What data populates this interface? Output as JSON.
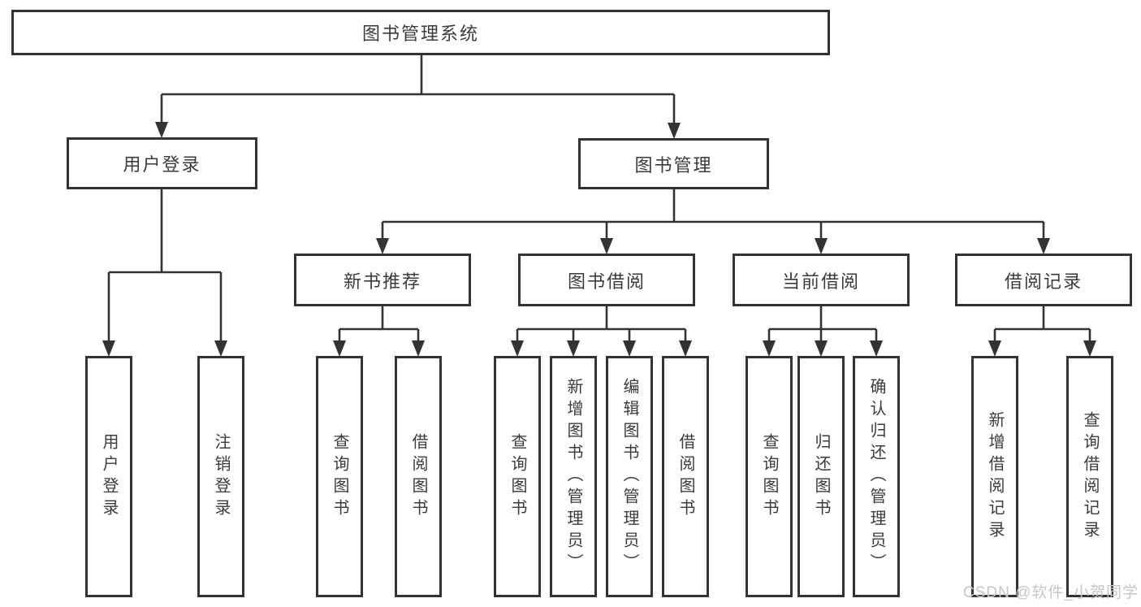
{
  "diagram": {
    "title": "图书管理系统",
    "branches": [
      {
        "label": "用户登录",
        "children": [
          {
            "label": "用户登录"
          },
          {
            "label": "注销登录"
          }
        ]
      },
      {
        "label": "图书管理",
        "groups": [
          {
            "label": "新书推荐",
            "children": [
              {
                "label": "查询图书"
              },
              {
                "label": "借阅图书"
              }
            ]
          },
          {
            "label": "图书借阅",
            "children": [
              {
                "label": "查询图书"
              },
              {
                "label": "新增图书（管理员）"
              },
              {
                "label": "编辑图书（管理员）"
              },
              {
                "label": "借阅图书"
              }
            ]
          },
          {
            "label": "当前借阅",
            "children": [
              {
                "label": "查询图书"
              },
              {
                "label": "归还图书"
              },
              {
                "label": "确认归还（管理员）"
              }
            ]
          },
          {
            "label": "借阅记录",
            "children": [
              {
                "label": "新增借阅记录"
              },
              {
                "label": "查询借阅记录"
              }
            ]
          }
        ]
      }
    ]
  },
  "watermark": "CSDN @软件_小贺同学",
  "colors": {
    "line": "#333333",
    "text": "#3b3b3b",
    "box_bg": "#ffffff",
    "background": "#ffffff",
    "watermark": "#c6c6c6"
  }
}
